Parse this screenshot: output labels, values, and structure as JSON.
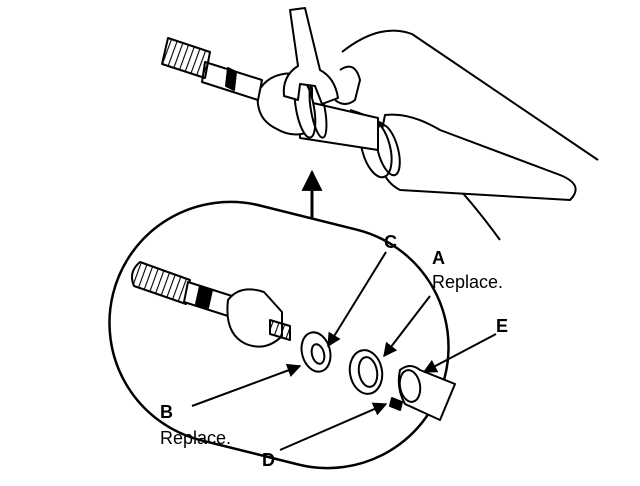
{
  "diagram": {
    "labels": {
      "a": "A",
      "a_note": "Replace.",
      "b": "B",
      "b_note": "Replace.",
      "c": "C",
      "d": "D",
      "e": "E"
    },
    "colors": {
      "ink": "#000000",
      "paper": "#ffffff"
    }
  }
}
